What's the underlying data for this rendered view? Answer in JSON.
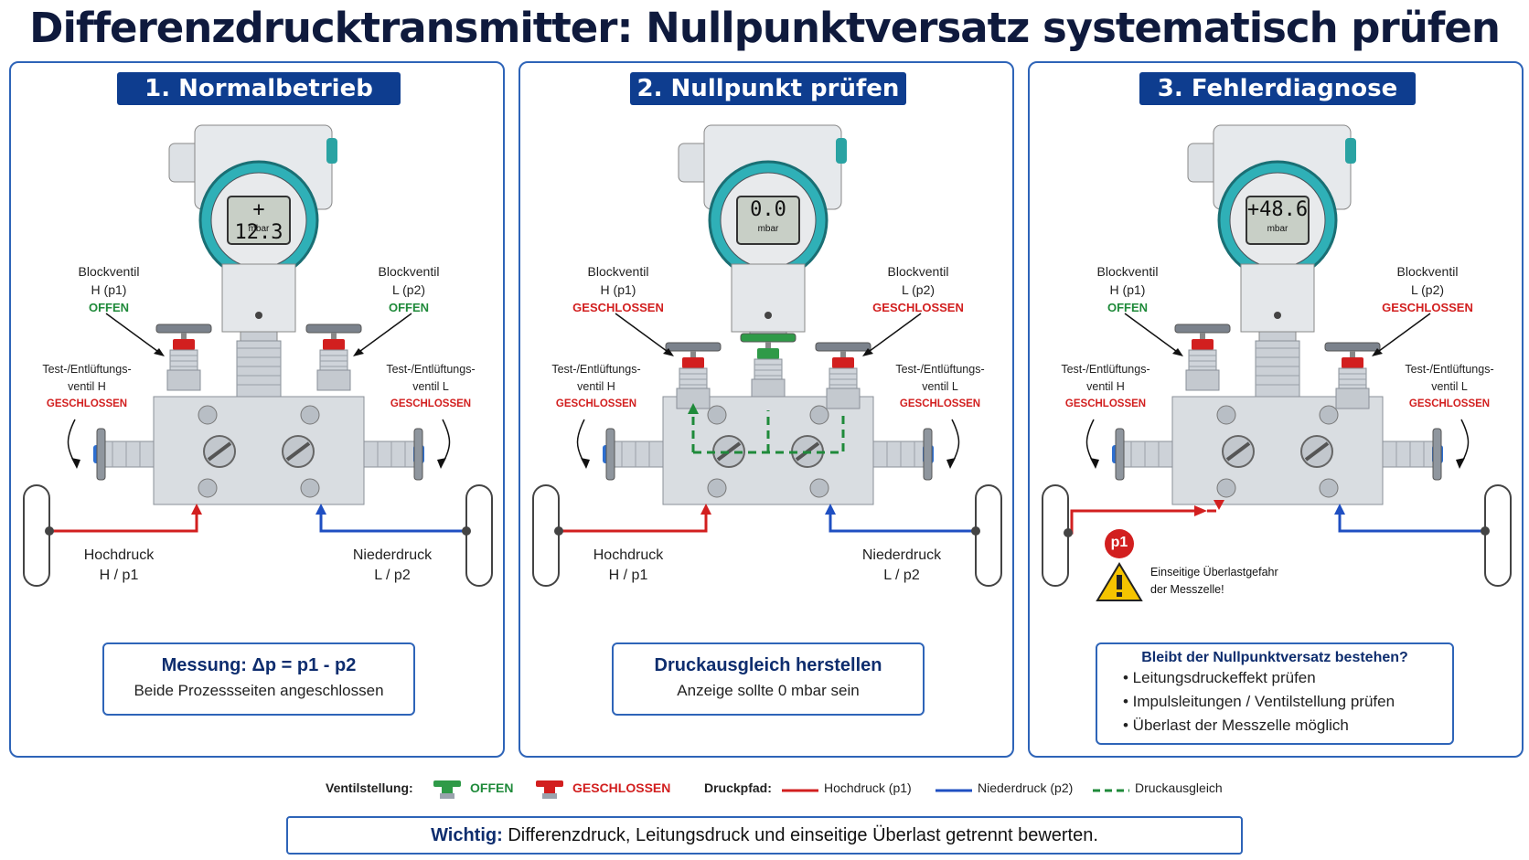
{
  "title": "Differenzdrucktransmitter: Nullpunktversatz systematisch prüfen",
  "colors": {
    "accent": "#0e3d8f",
    "open": "#1f8a3a",
    "closed": "#d21f1f",
    "high": "#d21f1f",
    "low": "#1f4fc2",
    "equalize": "#1f8a3a"
  },
  "panels": [
    {
      "heading": "1. Normalbetrieb",
      "display_value": "+ 12.3",
      "display_unit": "mbar",
      "block_h": {
        "line1": "Blockventil",
        "line2": "H (p1)",
        "state": "OFFEN"
      },
      "block_l": {
        "line1": "Blockventil",
        "line2": "L (p2)",
        "state": "OFFEN"
      },
      "test_h": {
        "line1": "Test-/Entlüftungs-",
        "line2": "ventil H",
        "state": "GESCHLOSSEN"
      },
      "test_l": {
        "line1": "Test-/Entlüftungs-",
        "line2": "ventil L",
        "state": "GESCHLOSSEN"
      },
      "high_label": {
        "line1": "Hochdruck",
        "line2": "H / p1"
      },
      "low_label": {
        "line1": "Niederdruck",
        "line2": "L / p2"
      },
      "box": {
        "title": "Messung:  Δp = p1 - p2",
        "subtitle": "Beide Prozessseiten angeschlossen"
      }
    },
    {
      "heading": "2. Nullpunkt prüfen",
      "display_value": "0.0",
      "display_unit": "mbar",
      "block_h": {
        "line1": "Blockventil",
        "line2": "H (p1)",
        "state": "GESCHLOSSEN"
      },
      "block_l": {
        "line1": "Blockventil",
        "line2": "L (p2)",
        "state": "GESCHLOSSEN"
      },
      "test_h": {
        "line1": "Test-/Entlüftungs-",
        "line2": "ventil H",
        "state": "GESCHLOSSEN"
      },
      "test_l": {
        "line1": "Test-/Entlüftungs-",
        "line2": "ventil L",
        "state": "GESCHLOSSEN"
      },
      "high_label": {
        "line1": "Hochdruck",
        "line2": "H / p1"
      },
      "low_label": {
        "line1": "Niederdruck",
        "line2": "L / p2"
      },
      "box": {
        "title": "Druckausgleich herstellen",
        "subtitle": "Anzeige sollte 0 mbar sein"
      }
    },
    {
      "heading": "3. Fehlerdiagnose",
      "display_value": "+48.6",
      "display_unit": "mbar",
      "block_h": {
        "line1": "Blockventil",
        "line2": "H (p1)",
        "state": "OFFEN"
      },
      "block_l": {
        "line1": "Blockventil",
        "line2": "L (p2)",
        "state": "GESCHLOSSEN"
      },
      "test_h": {
        "line1": "Test-/Entlüftungs-",
        "line2": "ventil H",
        "state": "GESCHLOSSEN"
      },
      "test_l": {
        "line1": "Test-/Entlüftungs-",
        "line2": "ventil L",
        "state": "GESCHLOSSEN"
      },
      "p1_badge": "p1",
      "warning": {
        "line1": "Einseitige Überlastgefahr",
        "line2": "der Messzelle!"
      },
      "box": {
        "title": "Bleibt der Nullpunktversatz bestehen?",
        "items": [
          "• Leitungsdruckeffekt prüfen",
          "• Impulsleitungen / Ventilstellung prüfen",
          "• Überlast der Messzelle möglich"
        ]
      }
    }
  ],
  "legend": {
    "valve_label": "Ventilstellung:",
    "open": "OFFEN",
    "closed": "GESCHLOSSEN",
    "path_label": "Druckpfad:",
    "high": "Hochdruck (p1)",
    "low": "Niederdruck (p2)",
    "equalize": "Druckausgleich"
  },
  "bottom": {
    "label": "Wichtig:",
    "text": "Differenzdruck, Leitungsdruck und einseitige Überlast getrennt bewerten."
  }
}
